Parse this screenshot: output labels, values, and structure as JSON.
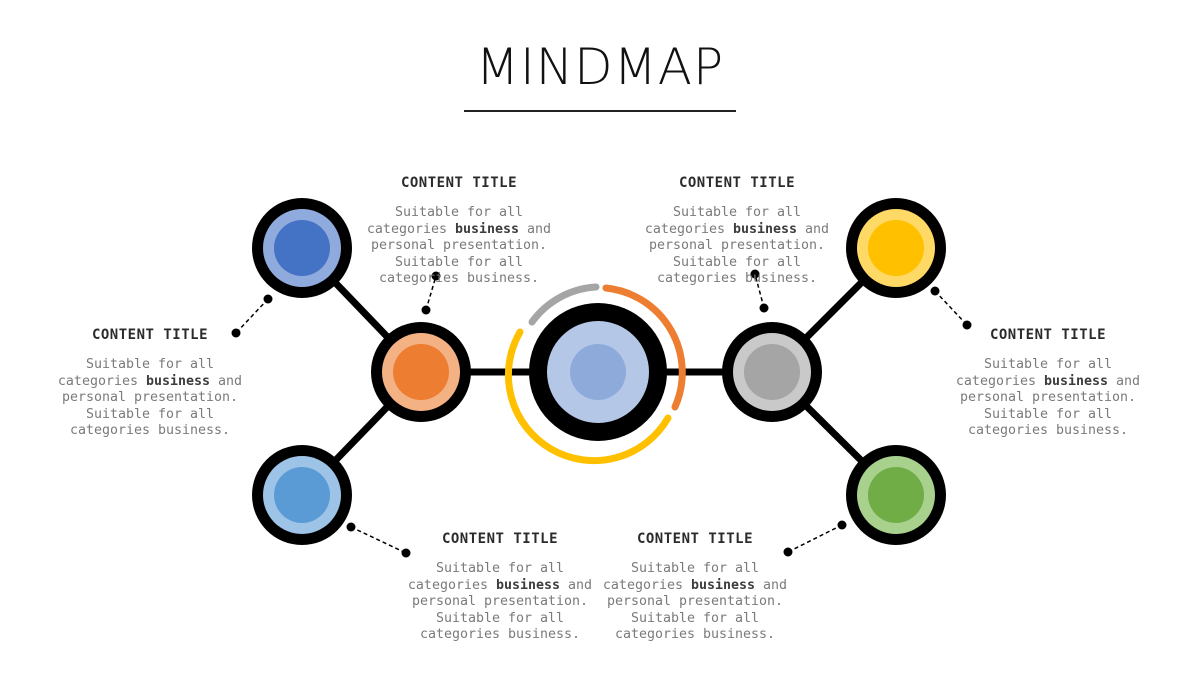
{
  "title": "MINDMAP",
  "colors": {
    "dark": "#000000",
    "center_fill": "#b4c7e7",
    "center_core": "#8eaadb",
    "arc_gray": "#a5a5a5",
    "arc_orange": "#ed7d31",
    "arc_yellow": "#ffc000",
    "orange_ring": "#f4b183",
    "orange_core": "#ed7d31",
    "gray_ring": "#c9c9c9",
    "gray_core": "#a5a5a5",
    "blue_dark_ring": "#8faadc",
    "blue_dark_core": "#4472c4",
    "blue_light_ring": "#9dc3e6",
    "blue_light_core": "#5b9bd5",
    "yellow_ring": "#ffd966",
    "yellow_core": "#ffc000",
    "green_ring": "#a9d18e",
    "green_core": "#70ad47"
  },
  "blocks": {
    "top_left": {
      "title": "CONTENT TITLE",
      "text_before": "Suitable for all categories ",
      "bold": "business",
      "text_after": " and personal presentation. Suitable for all categories business."
    },
    "top_right": {
      "title": "CONTENT TITLE",
      "text_before": "Suitable for all categories ",
      "bold": "business",
      "text_after": " and personal presentation. Suitable for all categories business."
    },
    "left": {
      "title": "CONTENT TITLE",
      "text_before": "Suitable for all categories ",
      "bold": "business",
      "text_after": " and personal presentation. Suitable for all categories business."
    },
    "right": {
      "title": "CONTENT TITLE",
      "text_before": "Suitable for all categories ",
      "bold": "business",
      "text_after": " and personal presentation. Suitable for all categories business."
    },
    "bottom_left": {
      "title": "CONTENT TITLE",
      "text_before": "Suitable for all categories ",
      "bold": "business",
      "text_after": " and personal presentation. Suitable for all categories business."
    },
    "bottom_right": {
      "title": "CONTENT TITLE",
      "text_before": "Suitable for all categories ",
      "bold": "business",
      "text_after": " and personal presentation. Suitable for all categories business."
    }
  }
}
